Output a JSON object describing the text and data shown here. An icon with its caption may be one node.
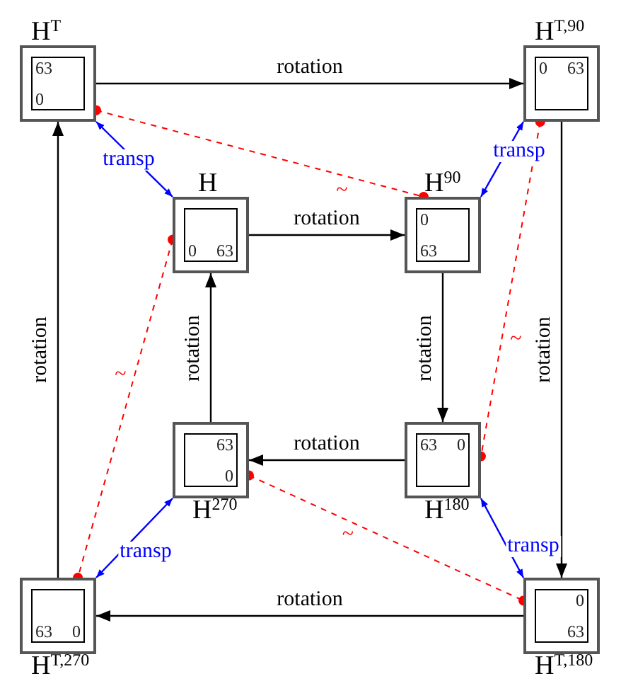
{
  "diagram": {
    "nodes": [
      {
        "text": [
          "H$^{T}$",
          "63",
          "0"
        ]
      },
      {
        "text": [
          "H$^{T,90}$",
          "0",
          "63"
        ]
      },
      {
        "text": [
          "H",
          "0",
          "63"
        ]
      },
      {
        "text": [
          "H$^{90}$",
          "0",
          "63"
        ]
      },
      {
        "text": [
          "63",
          "0",
          "H$^{270}$"
        ]
      },
      {
        "text": [
          "63",
          "0",
          "H$^{180}$"
        ]
      },
      {
        "text": [
          "63",
          "0",
          "H$^{T,270}$"
        ]
      },
      {
        "text": [
          "0",
          "63",
          "H$^{T,180}$"
        ]
      }
    ],
    "edges": [
      {
        "from": 0,
        "to": 1,
        "arrow": "to",
        "label": "rotation"
      },
      {
        "from": 1,
        "to": 7,
        "arrow": "to",
        "label": "rotation"
      },
      {
        "from": 7,
        "to": 6,
        "arrow": "to",
        "label": "rotation"
      },
      {
        "from": 6,
        "to": 0,
        "arrow": "to",
        "label": "rotation"
      },
      {
        "from": 2,
        "to": 3,
        "arrow": "to",
        "label": "rotation"
      },
      {
        "from": 3,
        "to": 5,
        "arrow": "to",
        "label": "rotation"
      },
      {
        "from": 5,
        "to": 4,
        "arrow": "to",
        "label": "rotation"
      },
      {
        "from": 4,
        "to": 2,
        "arrow": "to",
        "label": "rotation"
      },
      {
        "from": 0,
        "to": 2,
        "arrow": "both",
        "label": "transp",
        "color": "#0000ff"
      },
      {
        "from": 1,
        "to": 3,
        "arrow": "both",
        "label": "transp",
        "color": "#0000ff"
      },
      {
        "from": 6,
        "to": 4,
        "arrow": "both",
        "label": "transp",
        "color": "#0000ff"
      },
      {
        "from": 7,
        "to": 5,
        "arrow": "both",
        "label": "transp",
        "color": "#0000ff"
      },
      {
        "from": 0,
        "to": 3,
        "arrow": "other",
        "label": "~",
        "style": "dashed",
        "color": "#ff0000"
      },
      {
        "from": 1,
        "to": 5,
        "arrow": "other",
        "label": "~",
        "style": "dashed",
        "color": "#ff0000"
      },
      {
        "from": 2,
        "to": 6,
        "arrow": "other",
        "label": "~",
        "style": "dashed",
        "color": "#ff0000"
      },
      {
        "from": 4,
        "to": 7,
        "arrow": "other",
        "label": "~",
        "style": "dashed",
        "color": "#ff0000"
      }
    ]
  }
}
